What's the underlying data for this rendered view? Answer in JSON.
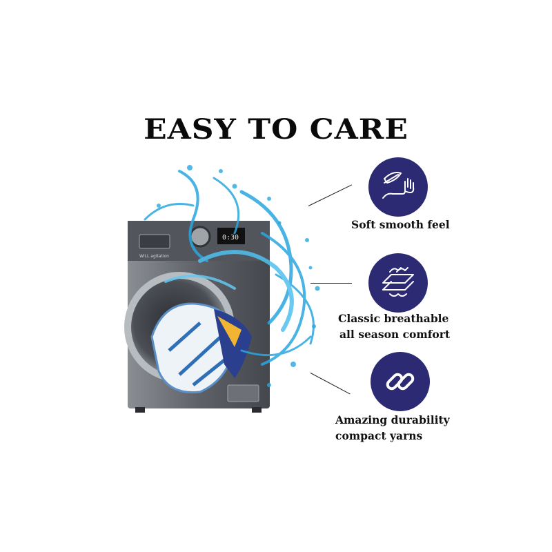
{
  "title": "EASY TO CARE",
  "machine": {
    "brand_text": "WILL agitation",
    "display_text": "0:30"
  },
  "features": [
    {
      "icon": "feather-hand-icon",
      "lines": [
        "Soft smooth feel"
      ]
    },
    {
      "icon": "breathable-fabric-icon",
      "lines": [
        "Classic breathable",
        "all season comfort"
      ]
    },
    {
      "icon": "chain-link-icon",
      "lines": [
        "Amazing durability",
        "compact yarns"
      ]
    }
  ],
  "colors": {
    "icon_circle": "#2c2a73",
    "machine_body": "#6a6e74",
    "water": "#2aa7e0",
    "title": "#0a0a0a"
  }
}
